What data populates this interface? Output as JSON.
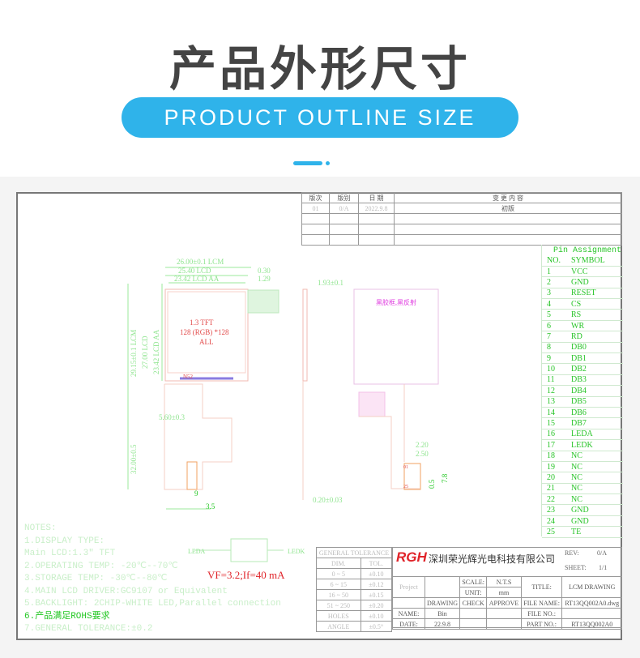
{
  "header": {
    "title": "产品外形尺寸",
    "subtitle": "PRODUCT OUTLINE SIZE"
  },
  "revision": {
    "headers": [
      "版次",
      "版别",
      "日 期",
      "变 更 内 容"
    ],
    "rows": [
      [
        "01",
        "0/A",
        "2022.9.8",
        "初版"
      ]
    ]
  },
  "pins": {
    "title": "Pin Assignment",
    "headers": [
      "NO.",
      "SYMBOL"
    ],
    "rows": [
      [
        "1",
        "VCC"
      ],
      [
        "2",
        "GND"
      ],
      [
        "3",
        "RESET"
      ],
      [
        "4",
        "CS"
      ],
      [
        "5",
        "RS"
      ],
      [
        "6",
        "WR"
      ],
      [
        "7",
        "RD"
      ],
      [
        "8",
        "DB0"
      ],
      [
        "9",
        "DB1"
      ],
      [
        "10",
        "DB2"
      ],
      [
        "11",
        "DB3"
      ],
      [
        "12",
        "DB4"
      ],
      [
        "13",
        "DB5"
      ],
      [
        "14",
        "DB6"
      ],
      [
        "15",
        "DB7"
      ],
      [
        "16",
        "LEDA"
      ],
      [
        "17",
        "LEDK"
      ],
      [
        "18",
        "NC"
      ],
      [
        "19",
        "NC"
      ],
      [
        "20",
        "NC"
      ],
      [
        "21",
        "NC"
      ],
      [
        "22",
        "NC"
      ],
      [
        "23",
        "GND"
      ],
      [
        "24",
        "GND"
      ],
      [
        "25",
        "TE"
      ]
    ]
  },
  "front": {
    "line1": "1.3  TFT",
    "line2": "128 (RGB) *128",
    "line3": "ALL",
    "dim_lcm_w": "26.00±0.1  LCM",
    "dim_lcd_w": "25.40  LCD",
    "dim_aa_w": "23.42  LCD AA",
    "dim_030": "0.30",
    "dim_129": "1.29",
    "dim_h": "29.15±0.1  LCM",
    "dim_h2": "27.00  LCD",
    "dim_h3": "23.42  LCD AA",
    "fpc_w": "5.60±0.3",
    "fpc_len": "32.00±0.5",
    "dim_9": "9",
    "dim_35": "3.5",
    "conn": "N52"
  },
  "side": {
    "thick": "1.93±0.1",
    "fpc_t": "0.20±0.03"
  },
  "back": {
    "label": "黑胶框,黑反射",
    "d220": "2.20",
    "d250": "2.50",
    "d05": "0.5",
    "d78": "7.8",
    "p01": "01",
    "p25": "25"
  },
  "notes": [
    "NOTES:",
    "1.DISPLAY TYPE:",
    "  Main LCD:1.3\" TFT",
    "2.OPERATING TEMP: -20℃--70℃",
    "3.STORAGE TEMP: -30℃--80℃",
    "4.MAIN LCD DRIVER:GC9107 or Equivalent",
    "5.BACKLIGHT: 2CHIP-WHITE LED,Parallel connection",
    "6.产品满足ROHS要求",
    "7.GENERAL TOLERANCE:±0.2"
  ],
  "led": {
    "leda": "LEDA",
    "ledk": "LEDK",
    "spec": "VF=3.2;If=40 mA"
  },
  "tolerance": {
    "title": "GENERAL TOLERANCE",
    "headers": [
      "DIM.",
      "TOL."
    ],
    "rows": [
      [
        "0 ~ 5",
        "±0.10"
      ],
      [
        "6 ~ 15",
        "±0.12"
      ],
      [
        "16 ~ 50",
        "±0.15"
      ],
      [
        "51 ~ 250",
        "±0.20"
      ],
      [
        "HOLES",
        "±0.10"
      ],
      [
        "ANGLE",
        "±0.5°"
      ]
    ]
  },
  "titleblock": {
    "logo": "RGH",
    "company": "深圳荣光辉光电科技有限公司",
    "rev_label": "REV:",
    "rev": "0/A",
    "sheet_label": "SHEET:",
    "sheet": "1/1",
    "project": "Project",
    "scale_label": "SCALE:",
    "scale": "N.T.S",
    "unit_label": "UNIT:",
    "unit": "mm",
    "title_label": "TITLE:",
    "title": "LCM DRAWING",
    "drawing": "DRAWING",
    "check": "CHECK",
    "approve": "APPROVE",
    "file_name_label": "FILE NAME:",
    "file_name": "RT13QQ002A0.dwg",
    "name_label": "NAME:",
    "name": "Bin",
    "file_no_label": "FILE NO.:",
    "date_label": "DATE:",
    "date": "22.9.8",
    "part_no_label": "PART NO.:",
    "part_no": "RT13QQ002A0"
  },
  "colors": {
    "accent": "#2fb3ea"
  }
}
